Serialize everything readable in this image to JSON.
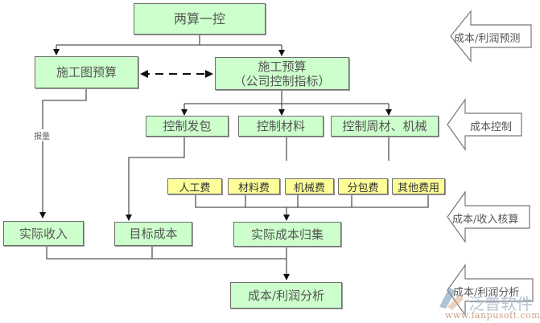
{
  "diagram": {
    "title_node": "两算一控",
    "nodes": {
      "construction_drawing_budget": "施工图预算",
      "construction_budget_line1": "施工预算",
      "construction_budget_line2": "（公司控制指标）",
      "control_subcontract": "控制发包",
      "control_materials": "控制材料",
      "control_tools_machinery": "控制周材、机械",
      "actual_income": "实际收入",
      "target_cost": "目标成本",
      "actual_cost_collection": "实际成本归集",
      "cost_profit_analysis": "成本/利润分析"
    },
    "cost_items": [
      "人工费",
      "材料费",
      "机械费",
      "分包费",
      "其他费用"
    ],
    "edge_labels": {
      "report_quantity": "报量"
    },
    "stages": [
      {
        "label": "成本/利润预测"
      },
      {
        "label": "成本控制"
      },
      {
        "label": "成本/收入核算"
      },
      {
        "label": "成本/利润分析"
      }
    ],
    "watermark": {
      "brand": "泛普软件",
      "url": "www.fanpusoft.com"
    },
    "colors": {
      "node_fill": "#ccffcc",
      "cost_item_fill": "#ffff99",
      "border": "#6e6e6e"
    }
  }
}
